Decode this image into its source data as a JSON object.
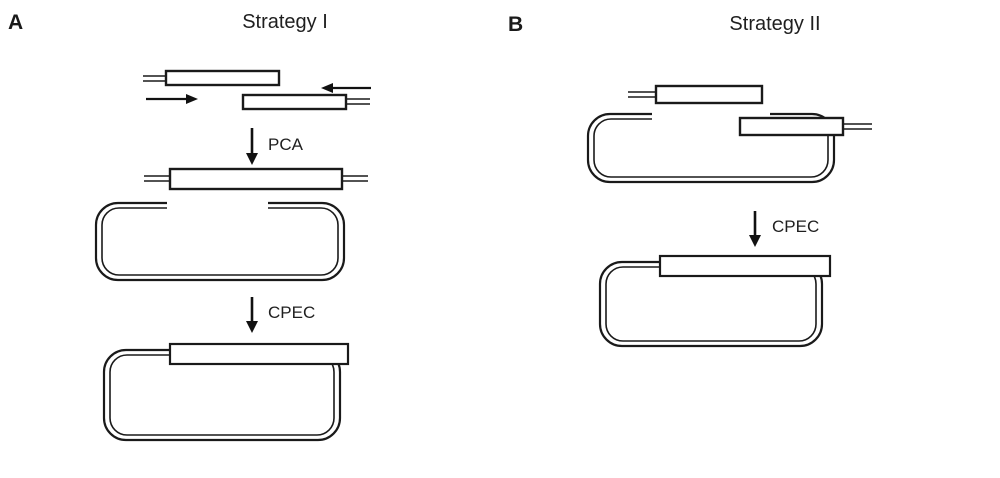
{
  "figure": {
    "background_color": "#ffffff",
    "line_color": "#1a1a1a",
    "text_color": "#1f1f1f"
  },
  "panels": [
    {
      "id": "A",
      "label": "A",
      "title": "Strategy I",
      "steps": [
        {
          "name": "PCA",
          "label": "PCA",
          "arrow": "down-arrow-icon"
        },
        {
          "name": "CPEC",
          "label": "CPEC",
          "arrow": "down-arrow-icon"
        }
      ],
      "stages": [
        {
          "name": "two-overlapping-insert-fragments-with-primers",
          "elements": [
            "insert-fragment-left",
            "overhang-tail-left",
            "forward-primer-arrow",
            "insert-fragment-right",
            "overhang-tail-right",
            "reverse-primer-arrow"
          ]
        },
        {
          "name": "assembled-full-length-insert-over-linearized-vector",
          "elements": [
            "assembled-insert",
            "insert-overhang-left",
            "insert-overhang-right",
            "linearized-vector"
          ]
        },
        {
          "name": "circular-recombinant-plasmid",
          "elements": [
            "circular-plasmid",
            "inserted-gene-box"
          ]
        }
      ]
    },
    {
      "id": "B",
      "label": "B",
      "title": "Strategy II",
      "steps": [
        {
          "name": "CPEC",
          "label": "CPEC",
          "arrow": "down-arrow-icon"
        }
      ],
      "stages": [
        {
          "name": "two-insert-fragments-annealed-to-linearized-vector",
          "elements": [
            "insert-fragment-upper",
            "overhang-tail-upper-left",
            "insert-fragment-lower",
            "overhang-tail-lower-right",
            "linearized-vector"
          ]
        },
        {
          "name": "circular-recombinant-plasmid",
          "elements": [
            "circular-plasmid",
            "inserted-gene-box"
          ]
        }
      ]
    }
  ]
}
